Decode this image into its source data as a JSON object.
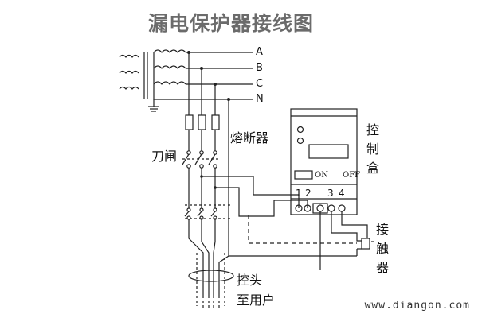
{
  "title": "漏电保护器接线图",
  "phase_labels": [
    "A",
    "B",
    "C",
    "N"
  ],
  "labels": {
    "fuse": "熔断器",
    "knife_switch": "刀闸",
    "control_box": "控制盒",
    "contactor": "接触器",
    "probe": "控头",
    "to_user": "至用户",
    "on": "ON",
    "off": "OFF"
  },
  "terminals": [
    "1",
    "2",
    "3",
    "4"
  ],
  "watermark": "www.diangon.com"
}
